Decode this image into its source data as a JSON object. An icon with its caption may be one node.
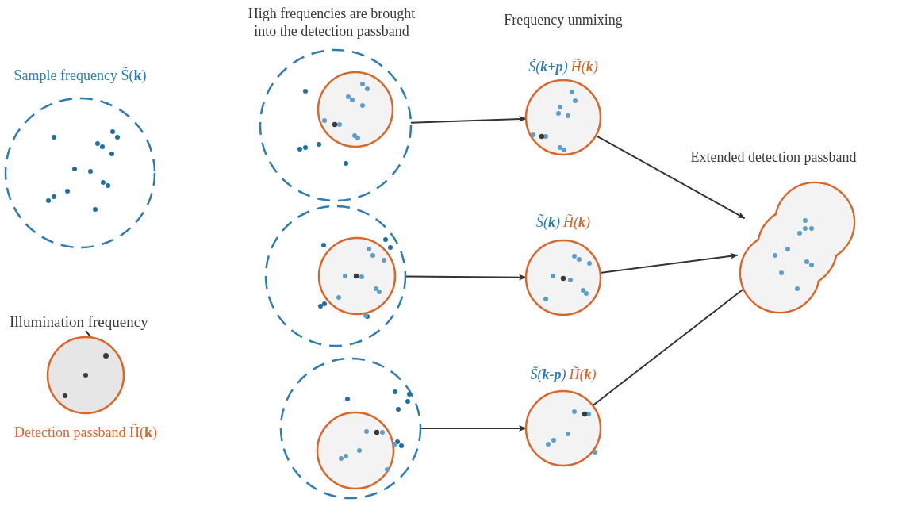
{
  "diagram": {
    "nodes": [
      {
        "text": [
          "Sample frequency S̃(**k**)"
        ]
      },
      {
        "text": [
          "Illumination frequency"
        ]
      },
      {
        "text": [
          "Detection passband H̃(**k**)"
        ]
      },
      {
        "text": [],
        "shape": "circle",
        "in": 2
      },
      {
        "text": [],
        "shape": "circle"
      },
      {
        "text": [],
        "shape": "circle",
        "in": 4
      },
      {
        "text": [
          "S̃(**k+p**)",
          "H̃(**k**)"
        ]
      },
      {
        "text": [],
        "shape": "circle"
      },
      {
        "text": [],
        "shape": "circle",
        "in": 7
      },
      {
        "text": [
          "S̃(**k**)",
          "H̃(**k**)"
        ]
      },
      {
        "text": [],
        "shape": "circle"
      },
      {
        "text": [],
        "shape": "circle",
        "in": 10
      },
      {
        "text": [
          "S̃(**k-p**)",
          "H̃(**k**)"
        ]
      },
      {
        "text": [
          "Extended detection passband"
        ]
      }
    ],
    "edges": [
      {
        "from": 1,
        "to": 3,
        "arrow": "to"
      },
      {
        "from": 4,
        "to": 6,
        "arrow": "to"
      },
      {
        "from": 7,
        "to": 9,
        "arrow": "to"
      },
      {
        "from": 10,
        "to": 12,
        "arrow": "to"
      },
      {
        "from": 6,
        "to": 13,
        "arrow": "to"
      },
      {
        "from": 9,
        "to": 13,
        "arrow": "to"
      },
      {
        "from": 12,
        "to": 13,
        "arrow": "to"
      }
    ],
    "labels": [
      "High frequencies are brought into the detection passband",
      "Frequency unmixing"
    ]
  }
}
